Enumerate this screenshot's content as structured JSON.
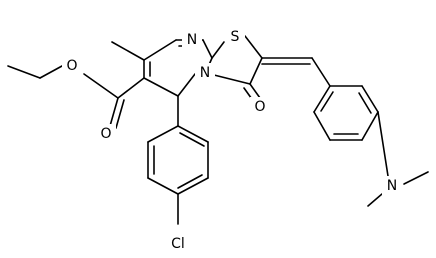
{
  "molecule": {
    "atoms": [
      {
        "id": "n_top",
        "label": "N"
      },
      {
        "id": "s1",
        "label": "S"
      },
      {
        "id": "n_ring",
        "label": "N"
      },
      {
        "id": "o_ketone",
        "label": "O"
      },
      {
        "id": "o_ester_carbonyl",
        "label": "O"
      },
      {
        "id": "o_ester_ether",
        "label": "O"
      },
      {
        "id": "cl",
        "label": "Cl"
      },
      {
        "id": "n_amine",
        "label": "N"
      }
    ]
  },
  "colors": {
    "bond": "#000000",
    "text": "#000000",
    "background": "#ffffff"
  }
}
